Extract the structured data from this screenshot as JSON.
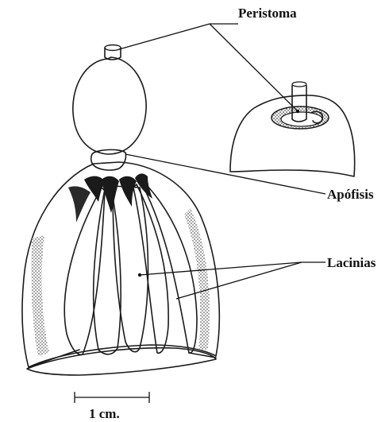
{
  "labels": {
    "peristoma": "Peristoma",
    "apofisis": "Apófisis",
    "lacinias": "Lacinias"
  },
  "scale_bar": {
    "label": "1 cm."
  }
}
